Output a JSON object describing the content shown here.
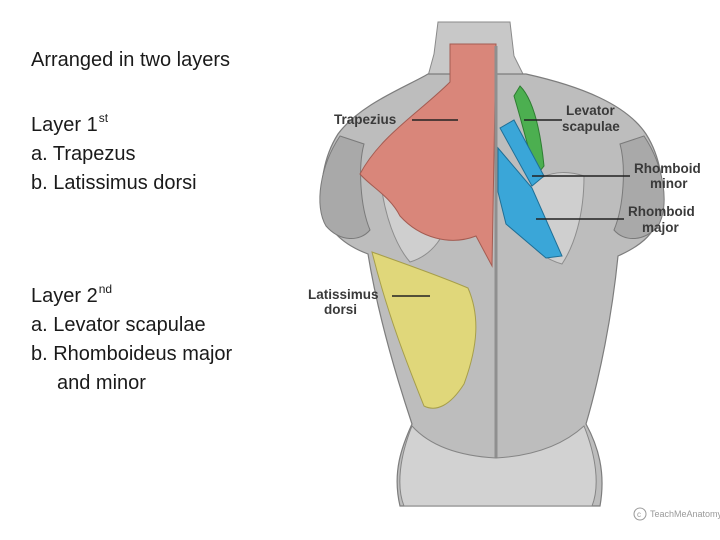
{
  "slide": {
    "heading": "Arranged in two layers",
    "layer1": {
      "title": "Layer 1",
      "title_sup": "st",
      "items": [
        "a. Trapezus",
        "b. Latissimus dorsi"
      ]
    },
    "layer2": {
      "title": "Layer 2",
      "title_sup": "nd",
      "items": [
        "a. Levator scapulae",
        "b. Rhomboideus major",
        "and minor"
      ]
    }
  },
  "figure": {
    "labels": {
      "trapezius": "Trapezius",
      "levator_1": "Levator",
      "levator_2": "scapulae",
      "rh_minor_1": "Rhomboid",
      "rh_minor_2": "minor",
      "rh_major_1": "Rhomboid",
      "rh_major_2": "major",
      "lat_1": "Latissimus",
      "lat_2": "dorsi"
    },
    "watermark": "TeachMeAnatomy",
    "colors": {
      "trapezius": "#d9867a",
      "latissimus": "#e0d77a",
      "levator": "#4caf50",
      "rhomboid": "#3aa6d8",
      "muscle_gray": "#b9b9b9"
    }
  }
}
